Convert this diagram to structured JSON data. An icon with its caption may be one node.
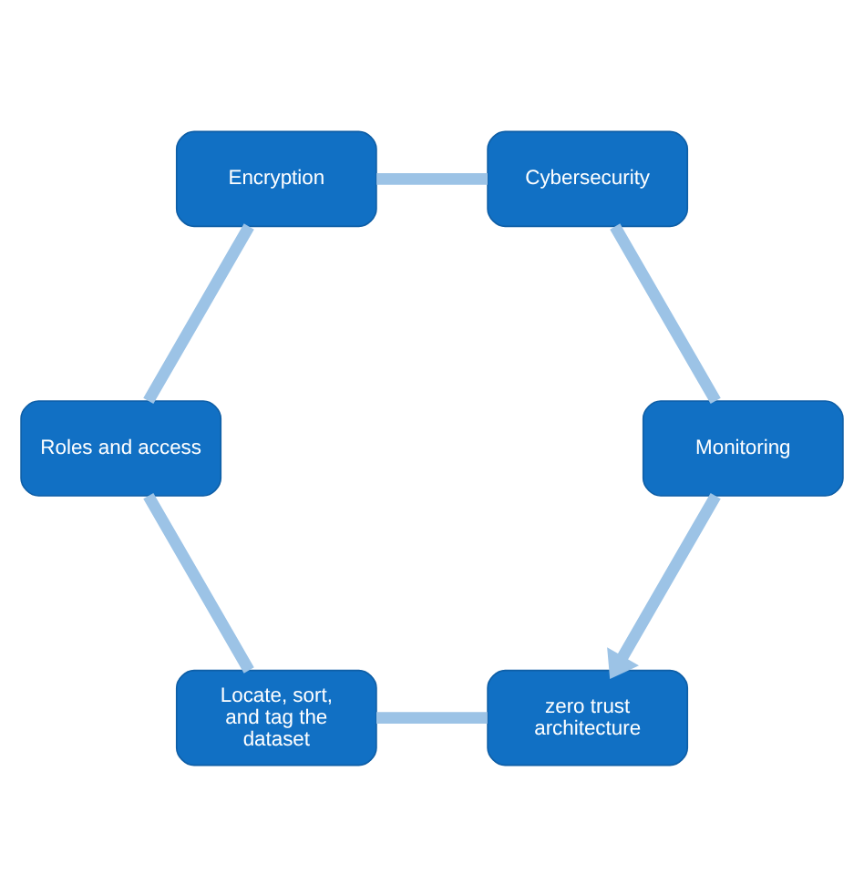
{
  "diagram": {
    "nodes": [
      {
        "text": [
          "zero trust architecture"
        ]
      },
      {
        "text": [
          "Monitoring"
        ]
      },
      {
        "text": [
          "Locate, sort, and tag the dataset"
        ]
      },
      {
        "text": [
          "Cybersecurity"
        ]
      },
      {
        "text": [
          "Roles and access"
        ]
      },
      {
        "text": [
          "Encryption"
        ]
      }
    ],
    "edges": [
      {
        "from": 0,
        "to": 2,
        "arrow": "none"
      },
      {
        "from": 2,
        "to": 4,
        "arrow": "none"
      },
      {
        "from": 4,
        "to": 5,
        "arrow": "none"
      },
      {
        "from": 5,
        "to": 3,
        "arrow": "none"
      },
      {
        "from": 3,
        "to": 1,
        "arrow": "none"
      },
      {
        "from": 1,
        "to": 0,
        "arrow": "to"
      }
    ]
  }
}
